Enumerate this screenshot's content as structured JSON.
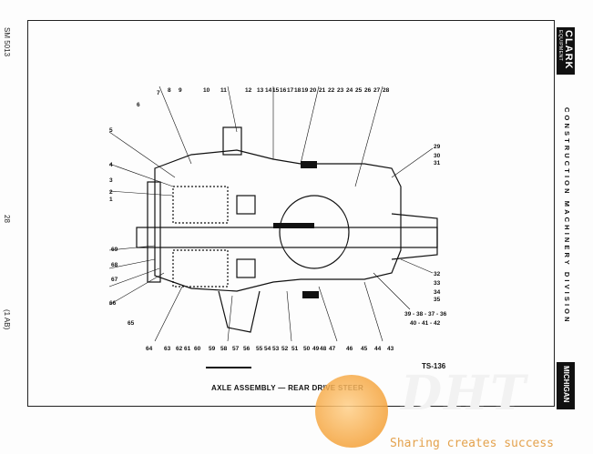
{
  "margin": {
    "doc_number": "SM 5013",
    "page_number": "28",
    "issue": "(1 AB)"
  },
  "brand": {
    "logo_main": "CLARK",
    "logo_sub": "EQUIPMENT",
    "division": "CONSTRUCTION MACHINERY DIVISION",
    "badge": "MICHIGAN"
  },
  "figure": {
    "ref": "TS-136",
    "caption": "AXLE ASSEMBLY — REAR DRIVE STEER"
  },
  "callouts": {
    "top": [
      "7",
      "8",
      "9",
      "10",
      "11",
      "12",
      "13",
      "14",
      "15",
      "16",
      "17",
      "18",
      "19",
      "20",
      "21",
      "22",
      "23",
      "24",
      "25",
      "26",
      "27",
      "28"
    ],
    "left": [
      "6",
      "5",
      "4",
      "3",
      "2",
      "1",
      "69",
      "68",
      "67",
      "66",
      "65"
    ],
    "right": [
      "29",
      "30",
      "31",
      "32",
      "33",
      "34",
      "35",
      "39 - 38 - 37 - 36",
      "40 - 41 - 42"
    ],
    "bottom": [
      "64",
      "63",
      "62",
      "61",
      "60",
      "59",
      "58",
      "57",
      "56",
      "55",
      "54",
      "53",
      "52",
      "51",
      "50",
      "49",
      "48",
      "47",
      "46",
      "45",
      "44",
      "43"
    ]
  },
  "watermark": {
    "mark": "DHT",
    "slogan": "Sharing creates success"
  }
}
